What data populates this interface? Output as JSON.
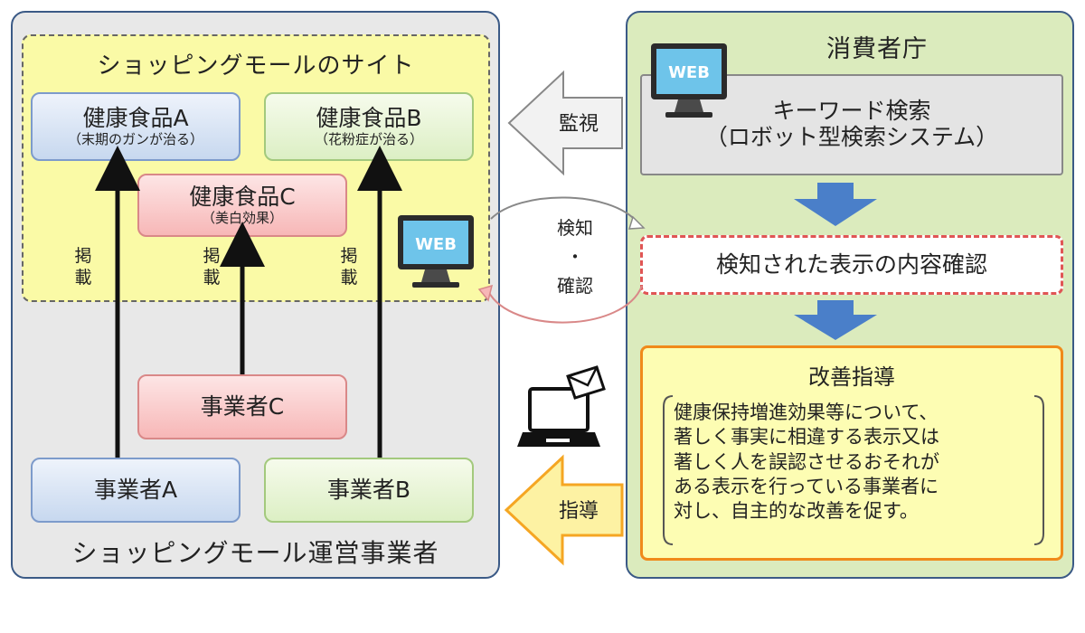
{
  "left_panel": {
    "site_title": "ショッピングモールのサイト",
    "operator_title": "ショッピングモール運営事業者",
    "products": [
      {
        "name": "健康食品A",
        "claim": "（末期のガンが治る）"
      },
      {
        "name": "健康食品B",
        "claim": "（花粉症が治る）"
      },
      {
        "name": "健康食品C",
        "claim": "（美白効果）"
      }
    ],
    "businesses": [
      "事業者A",
      "事業者B",
      "事業者C"
    ],
    "posting_label": [
      "掲",
      "載"
    ]
  },
  "right_panel": {
    "agency_title": "消費者庁",
    "keyword_search": [
      "キーワード検索",
      "（ロボット型検索システム）"
    ],
    "confirm_step": "検知された表示の内容確認",
    "guidance_title": "改善指導",
    "guidance_text": [
      "健康保持増進効果等について、",
      "著しく事実に相違する表示又は",
      "著しく人を誤認させるおそれが",
      "ある表示を行っている事業者に",
      "対し、自主的な改善を促す。"
    ]
  },
  "middle": {
    "monitor_label": "監視",
    "detect_lines": [
      "検知",
      "・",
      "確認"
    ],
    "guide_label": "指導",
    "web_icon_text": "WEB"
  },
  "colors": {
    "panel_border": "#3b5a86",
    "site_fill": "#fafaa6",
    "agency_fill": "#dbebbd",
    "step_arrow": "#4a7fc9",
    "guide_arrow": "#f5a623",
    "dashed_red": "#e05555"
  }
}
